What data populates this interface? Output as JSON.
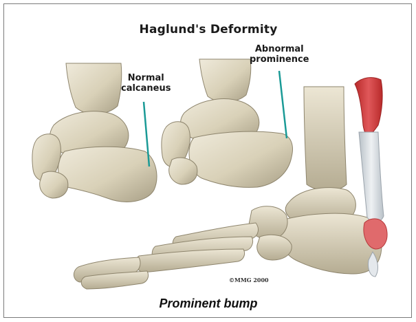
{
  "title": "Haglund's Deformity",
  "labels": {
    "normal_line1": "Normal",
    "normal_line2": "calcaneus",
    "abnormal_line1": "Abnormal",
    "abnormal_line2": "prominence"
  },
  "copyright": "©MMG 2000",
  "caption": "Prominent bump",
  "colors": {
    "bone": "#dcd5bd",
    "bone_shadow": "#a89f86",
    "bone_light": "#efeadb",
    "tendon": "#d8dde2",
    "muscle": "#cf3a3a",
    "pointer_line": "#1a9a96",
    "border": "#7a7a7a"
  }
}
